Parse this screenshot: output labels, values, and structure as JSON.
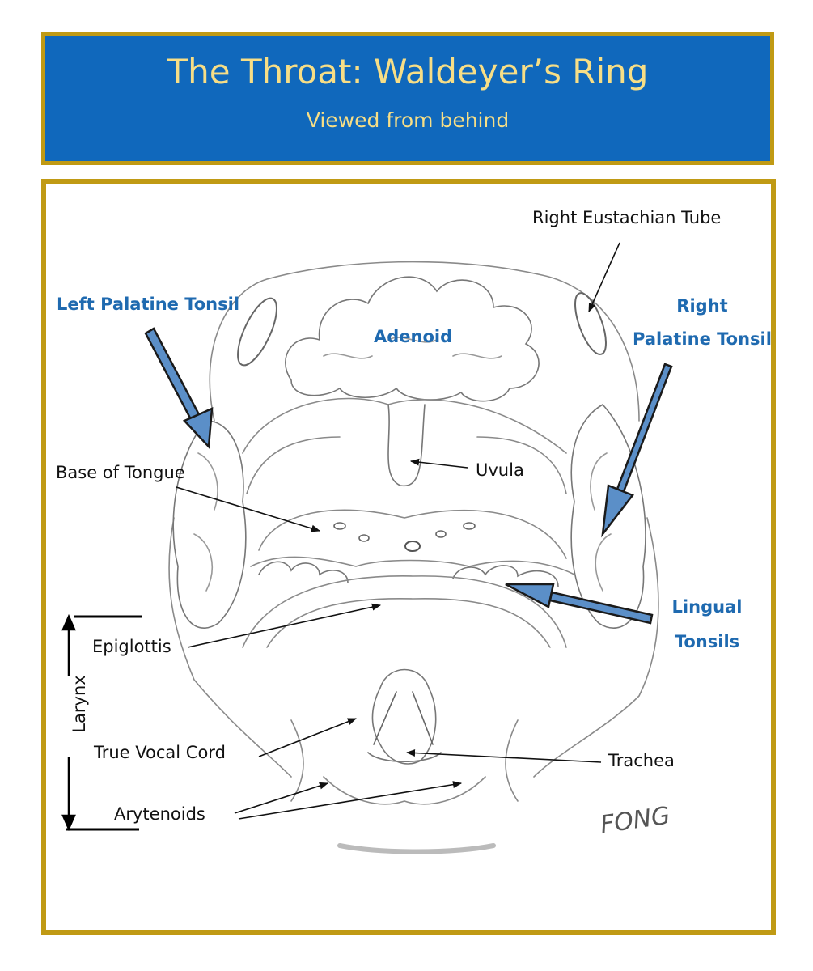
{
  "header": {
    "title": "The Throat: Waldeyer’s Ring",
    "subtitle": "Viewed from behind"
  },
  "labels": {
    "right_eustachian_tube": "Right Eustachian Tube",
    "left_palatine_tonsil": "Left Palatine Tonsil",
    "adenoid": "Adenoid",
    "right_palatine_tonsil_line1": "Right",
    "right_palatine_tonsil_line2": "Palatine Tonsil",
    "base_of_tongue": "Base of Tongue",
    "uvula": "Uvula",
    "lingual_tonsils_line1": "Lingual",
    "lingual_tonsils_line2": "Tonsils",
    "epiglottis": "Epiglottis",
    "larynx": "Larynx",
    "true_vocal_cord": "True Vocal Cord",
    "trachea": "Trachea",
    "arytenoids": "Arytenoids",
    "signature": "FONG"
  },
  "colors": {
    "header_bg": "#1068BC",
    "border_gold": "#C09A14",
    "title_text": "#F7DE86",
    "highlight_label": "#1F6AB0",
    "arrow_fill": "#5B8FC8"
  }
}
